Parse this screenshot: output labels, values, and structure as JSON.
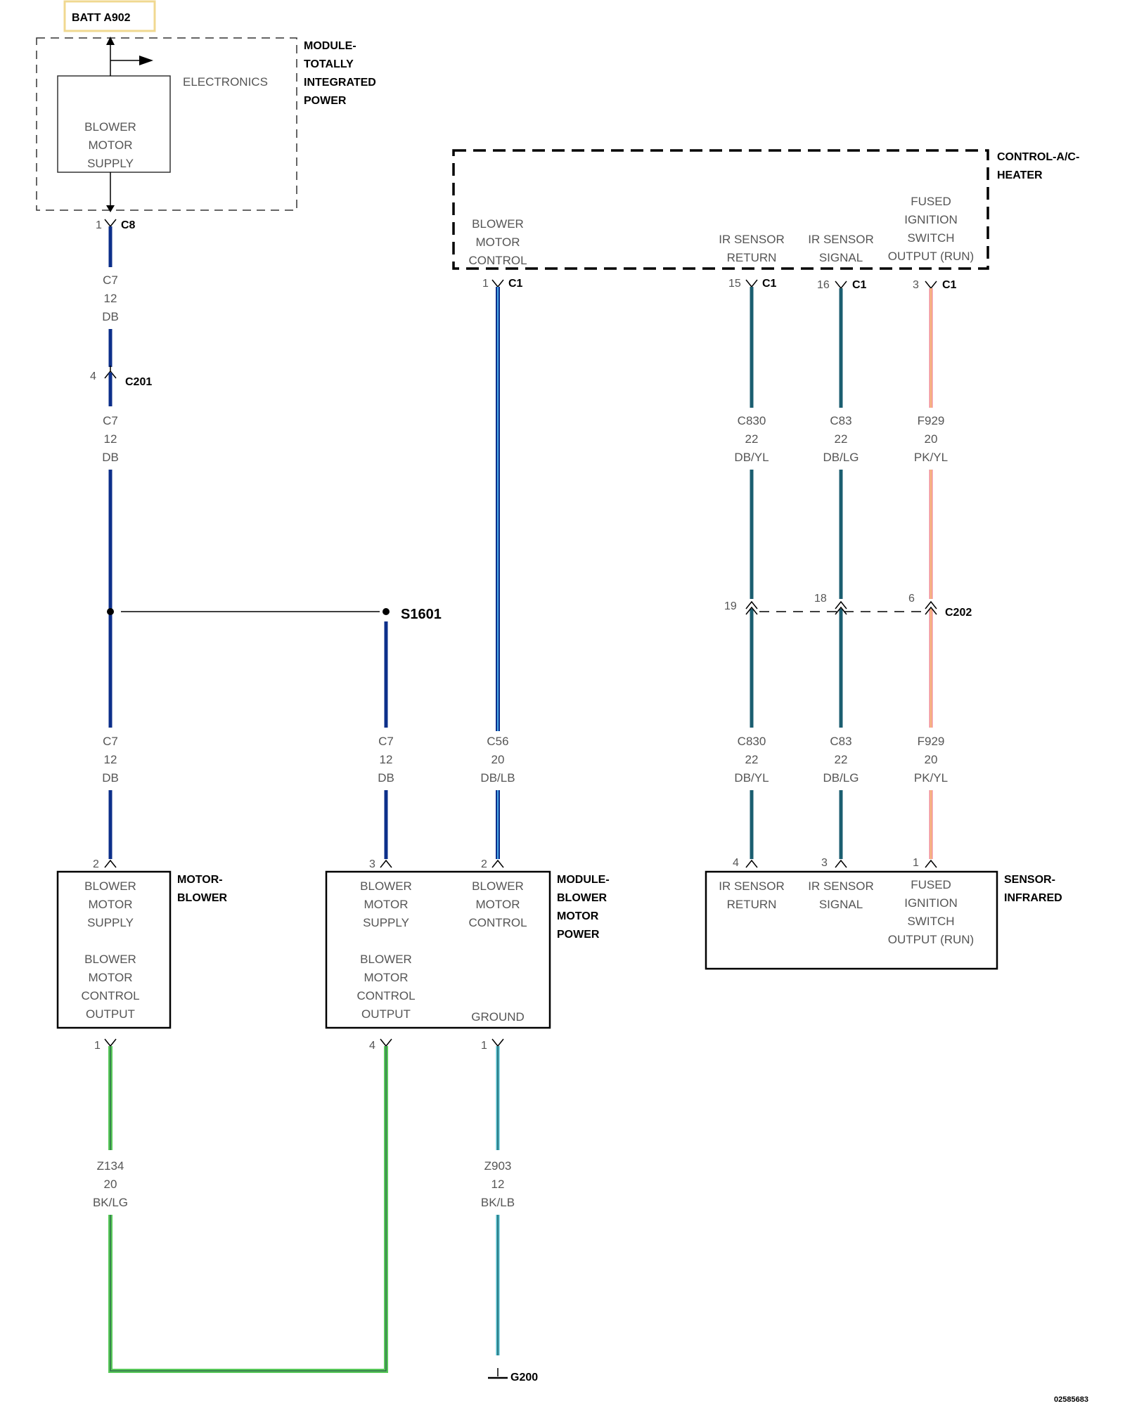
{
  "batt": {
    "label": "BATT A902",
    "border_color": "#f0d890"
  },
  "colors": {
    "db": "#0c2f8a",
    "dblb_outer": "#0c2f8a",
    "dblb_inner": "#4aa8e8",
    "teal": "#1b5e70",
    "pkyl_outer": "#f08890",
    "pkyl_inner": "#f8c080",
    "green": "#59c95a",
    "green_core": "#2f6e4a",
    "bklb": "#4ab8c8",
    "bklb_core": "#2a6870"
  },
  "tipm": {
    "name": [
      "MODULE-",
      "TOTALLY",
      "INTEGRATED",
      "POWER"
    ],
    "electronics": "ELECTRONICS",
    "supply": [
      "BLOWER",
      "MOTOR",
      "SUPPLY"
    ],
    "pin": "1",
    "connector": "C8"
  },
  "hvac": {
    "name": [
      "CONTROL-A/C-",
      "HEATER"
    ],
    "blower_ctrl": [
      "BLOWER",
      "MOTOR",
      "CONTROL"
    ],
    "ir_return": [
      "IR SENSOR",
      "RETURN"
    ],
    "ir_signal": [
      "IR SENSOR",
      "SIGNAL"
    ],
    "fused": [
      "FUSED",
      "IGNITION",
      "SWITCH",
      "OUTPUT (RUN)"
    ],
    "pins": [
      "1",
      "15",
      "16",
      "3"
    ],
    "connector": "C1"
  },
  "wires": {
    "c7": [
      "C7",
      "12",
      "DB"
    ],
    "c56": [
      "C56",
      "20",
      "DB/LB"
    ],
    "c830": [
      "C830",
      "22",
      "DB/YL"
    ],
    "c83": [
      "C83",
      "22",
      "DB/LG"
    ],
    "f929": [
      "F929",
      "20",
      "PK/YL"
    ],
    "z134": [
      "Z134",
      "20",
      "BK/LG"
    ],
    "z903": [
      "Z903",
      "12",
      "BK/LB"
    ]
  },
  "c201": {
    "pin": "4",
    "label": "C201"
  },
  "splice": "S1601",
  "c202": {
    "pins": [
      "19",
      "18",
      "6"
    ],
    "label": "C202"
  },
  "motor": {
    "name": [
      "MOTOR-",
      "BLOWER"
    ],
    "text": [
      "BLOWER",
      "MOTOR",
      "SUPPLY",
      "BLOWER",
      "MOTOR",
      "CONTROL",
      "OUTPUT"
    ],
    "pin_top": "2",
    "pin_bottom": "1"
  },
  "bmpm": {
    "name": [
      "MODULE-",
      "BLOWER",
      "MOTOR",
      "POWER"
    ],
    "supply": [
      "BLOWER",
      "MOTOR",
      "SUPPLY"
    ],
    "control": [
      "BLOWER",
      "MOTOR",
      "CONTROL"
    ],
    "output": [
      "BLOWER",
      "MOTOR",
      "CONTROL",
      "OUTPUT"
    ],
    "ground": "GROUND",
    "pins_top": [
      "3",
      "2"
    ],
    "pins_bottom": [
      "4",
      "1"
    ]
  },
  "sensor": {
    "name": [
      "SENSOR-",
      "INFRARED"
    ],
    "ir_return": [
      "IR SENSOR",
      "RETURN"
    ],
    "ir_signal": [
      "IR SENSOR",
      "SIGNAL"
    ],
    "fused": [
      "FUSED",
      "IGNITION",
      "SWITCH",
      "OUTPUT (RUN)"
    ],
    "pins": [
      "4",
      "3",
      "1"
    ]
  },
  "ground": "G200",
  "doc_id": "02585683"
}
